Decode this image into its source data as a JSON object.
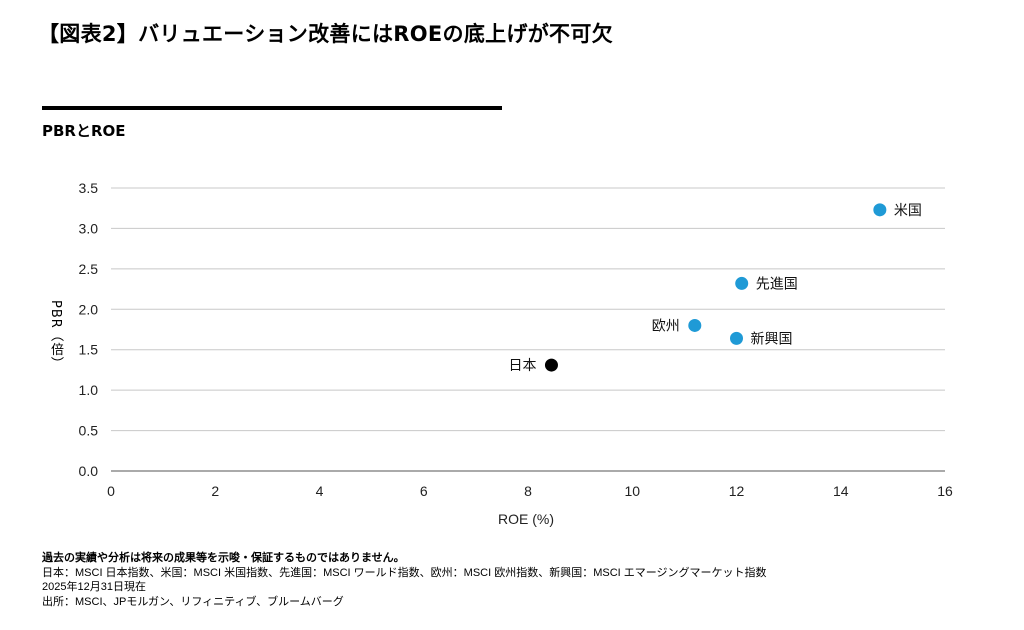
{
  "title": "【図表2】バリュエーション改善にはROEの底上げが不可欠",
  "chart_data": {
    "type": "scatter",
    "title": "PBRとROE",
    "xlabel": "ROE (%)",
    "ylabel": "PBR（倍）",
    "xlim": [
      0,
      16
    ],
    "ylim": [
      0,
      3.5
    ],
    "xticks": [
      "0",
      "2",
      "4",
      "6",
      "8",
      "10",
      "12",
      "14",
      "16"
    ],
    "yticks": [
      "0.0",
      "0.5",
      "1.0",
      "1.5",
      "2.0",
      "2.5",
      "3.0",
      "3.5"
    ],
    "grid": "horizontal",
    "points": [
      {
        "name": "日本",
        "x": 8.45,
        "y": 1.31,
        "color": "#000000",
        "label_side": "left"
      },
      {
        "name": "欧州",
        "x": 11.2,
        "y": 1.8,
        "color": "#1f9ad6",
        "label_side": "left"
      },
      {
        "name": "新興国",
        "x": 12.0,
        "y": 1.64,
        "color": "#1f9ad6",
        "label_side": "right"
      },
      {
        "name": "先進国",
        "x": 12.1,
        "y": 2.32,
        "color": "#1f9ad6",
        "label_side": "right"
      },
      {
        "name": "米国",
        "x": 14.75,
        "y": 3.23,
        "color": "#1f9ad6",
        "label_side": "right"
      }
    ]
  },
  "notes": {
    "disclaimer": "過去の実績や分析は将来の成果等を示唆・保証するものではありません。",
    "indices": "日本：MSCI 日本指数、米国：MSCI 米国指数、先進国：MSCI ワールド指数、欧州：MSCI 欧州指数、新興国：MSCI エマージングマーケット指数",
    "date": "2025年12月31日現在",
    "source": "出所：MSCI、JPモルガン、リフィニティブ、ブルームバーグ"
  }
}
